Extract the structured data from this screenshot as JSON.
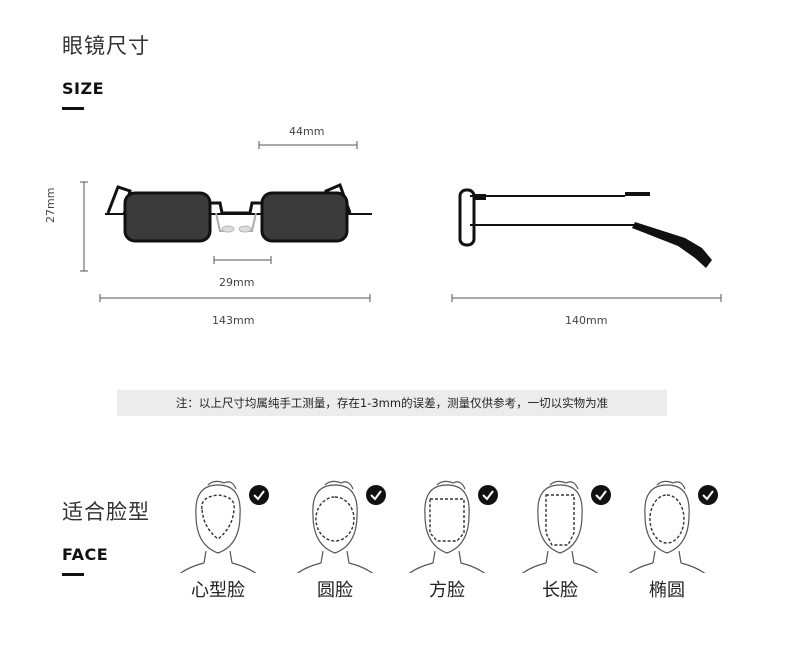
{
  "size_section": {
    "title_cn": "眼镜尺寸",
    "title_en": "SIZE"
  },
  "dimensions": {
    "lens_width": "44mm",
    "lens_height": "27mm",
    "bridge": "29mm",
    "frame_width": "143mm",
    "temple_length": "140mm"
  },
  "note": "注：以上尺寸均属纯手工测量，存在1-3mm的误差，测量仅供参考，一切以实物为准",
  "face_section": {
    "title_cn": "适合脸型",
    "title_en": "FACE",
    "faces": [
      {
        "label": "心型脸",
        "icon": "heart-face-icon",
        "check_icon": "check-circle-icon"
      },
      {
        "label": "圆脸",
        "icon": "round-face-icon",
        "check_icon": "check-circle-icon"
      },
      {
        "label": "方脸",
        "icon": "square-face-icon",
        "check_icon": "check-circle-icon"
      },
      {
        "label": "长脸",
        "icon": "long-face-icon",
        "check_icon": "check-circle-icon"
      },
      {
        "label": "椭圆",
        "icon": "oval-face-icon",
        "check_icon": "check-circle-icon"
      }
    ]
  },
  "colors": {
    "lens": "#3a3a3a",
    "frame": "#111111",
    "note_bg": "#ececec"
  }
}
